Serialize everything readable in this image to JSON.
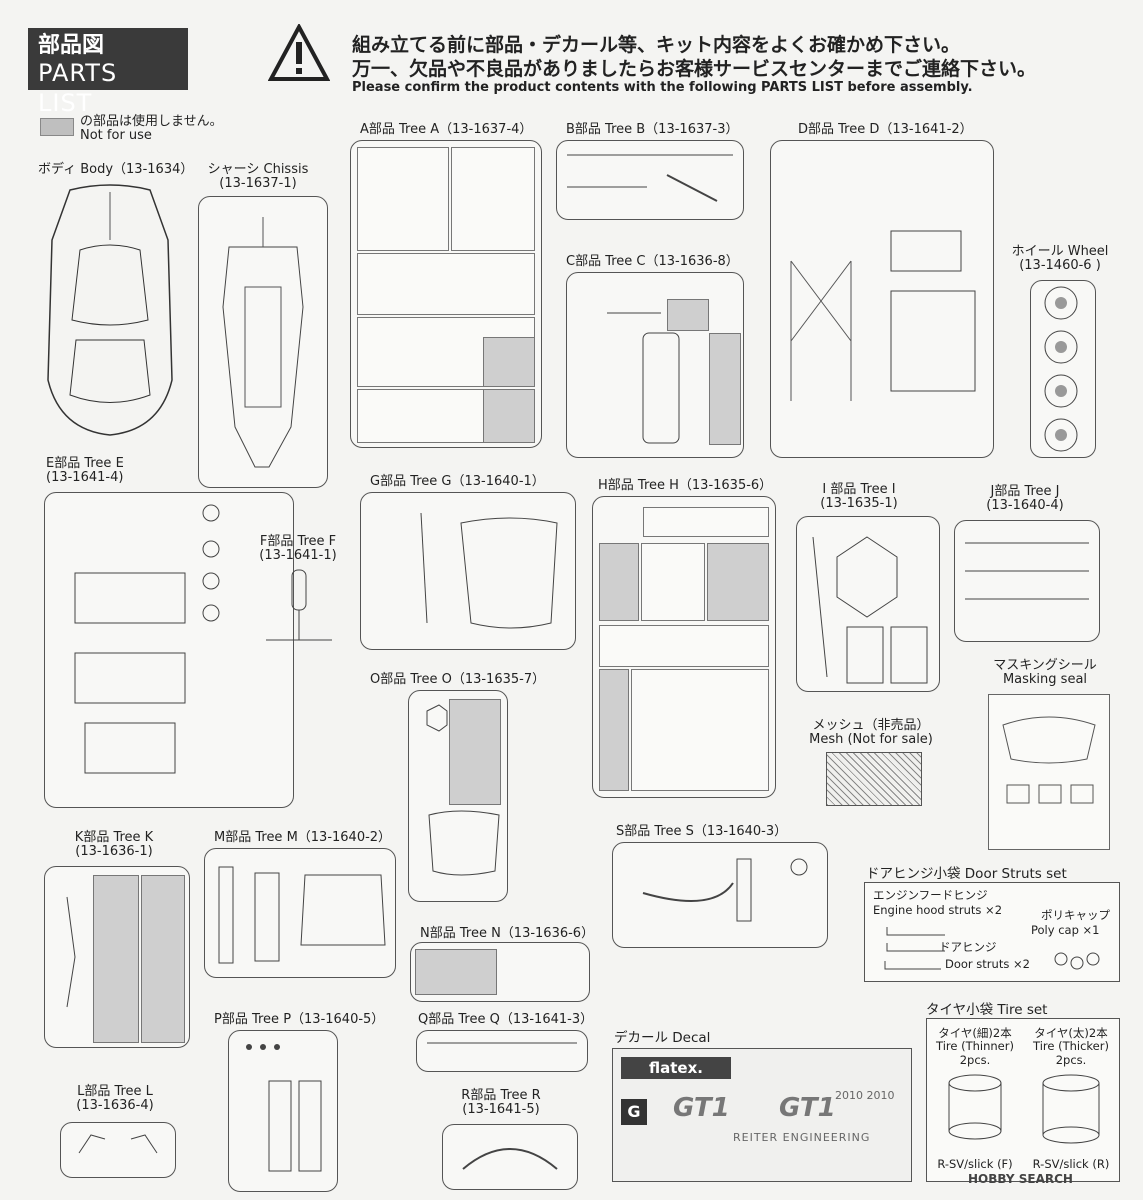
{
  "header": {
    "title_jp": "部品図",
    "title_en": "PARTS LIST",
    "warning_jp_1": "組み立てる前に部品・デカール等、キット内容をよくお確かめ下さい。",
    "warning_jp_2": "万一、欠品や不良品がありましたらお客様サービスセンターまでご連絡下さい。",
    "warning_en": "Please confirm the product contents with the following PARTS LIST before assembly."
  },
  "legend": {
    "jp": "の部品は使用しません。",
    "en": "Not for use"
  },
  "parts": {
    "body": "ボディ Body（13-1634）",
    "chassis_1": "シャーシ Chissis",
    "chassis_2": "(13-1637-1)",
    "tree_a": "A部品 Tree A（13-1637-4）",
    "tree_b": "B部品 Tree B（13-1637-3）",
    "tree_c": "C部品 Tree C（13-1636-8）",
    "tree_d": "D部品 Tree D（13-1641-2）",
    "wheel_1": "ホイール Wheel",
    "wheel_2": "(13-1460-6 )",
    "tree_e_1": "E部品 Tree E",
    "tree_e_2": "(13-1641-4)",
    "tree_f_1": "F部品 Tree F",
    "tree_f_2": "(13-1641-1)",
    "tree_g": "G部品 Tree G（13-1640-1）",
    "tree_h": "H部品 Tree H（13-1635-6）",
    "tree_i_1": "I 部品 Tree I",
    "tree_i_2": "(13-1635-1)",
    "tree_j_1": "J部品 Tree J",
    "tree_j_2": "(13-1640-4)",
    "masking_1": "マスキングシール",
    "masking_2": "Masking seal",
    "tree_o": "O部品 Tree O（13-1635-7）",
    "mesh_1": "メッシュ（非売品）",
    "mesh_2": "Mesh (Not for sale)",
    "tree_k_1": "K部品 Tree K",
    "tree_k_2": "(13-1636-1)",
    "tree_m": "M部品 Tree M（13-1640-2）",
    "tree_s": "S部品 Tree S（13-1640-3）",
    "tree_n": "N部品 Tree N（13-1636-6）",
    "door_struts": "ドアヒンジ小袋 Door Struts set",
    "engine_hood_jp": "エンジンフードヒンジ",
    "engine_hood_en": "Engine hood struts ×2",
    "polycap_jp": "ポリキャップ",
    "polycap_en": "Poly cap ×1",
    "door_hinge_jp": "ドアヒンジ",
    "door_hinge_en": "Door struts ×2",
    "tree_p": "P部品 Tree P（13-1640-5）",
    "tree_q": "Q部品 Tree Q（13-1641-3）",
    "tree_r_1": "R部品 Tree R",
    "tree_r_2": "(13-1641-5)",
    "decal": "デカール Decal",
    "tree_l_1": "L部品 Tree L",
    "tree_l_2": "(13-1636-4)",
    "tire_set": "タイヤ小袋 Tire set",
    "tire_thin_jp": "タイヤ(細)2本",
    "tire_thin_en": "Tire (Thinner)",
    "tire_thin_qty": "2pcs.",
    "tire_thick_jp": "タイヤ(太)2本",
    "tire_thick_en": "Tire (Thicker)",
    "tire_thick_qty": "2pcs.",
    "tire_thin_note": "R-SV/slick (F)",
    "tire_thick_note": "R-SV/slick (R)"
  },
  "decal_texts": {
    "brand": "flatex.",
    "gt1": "GT1",
    "years": "2010  2010",
    "reiter": "REITER ENGINEERING",
    "logo_letter": "G"
  },
  "watermark": "HOBBY SEARCH"
}
